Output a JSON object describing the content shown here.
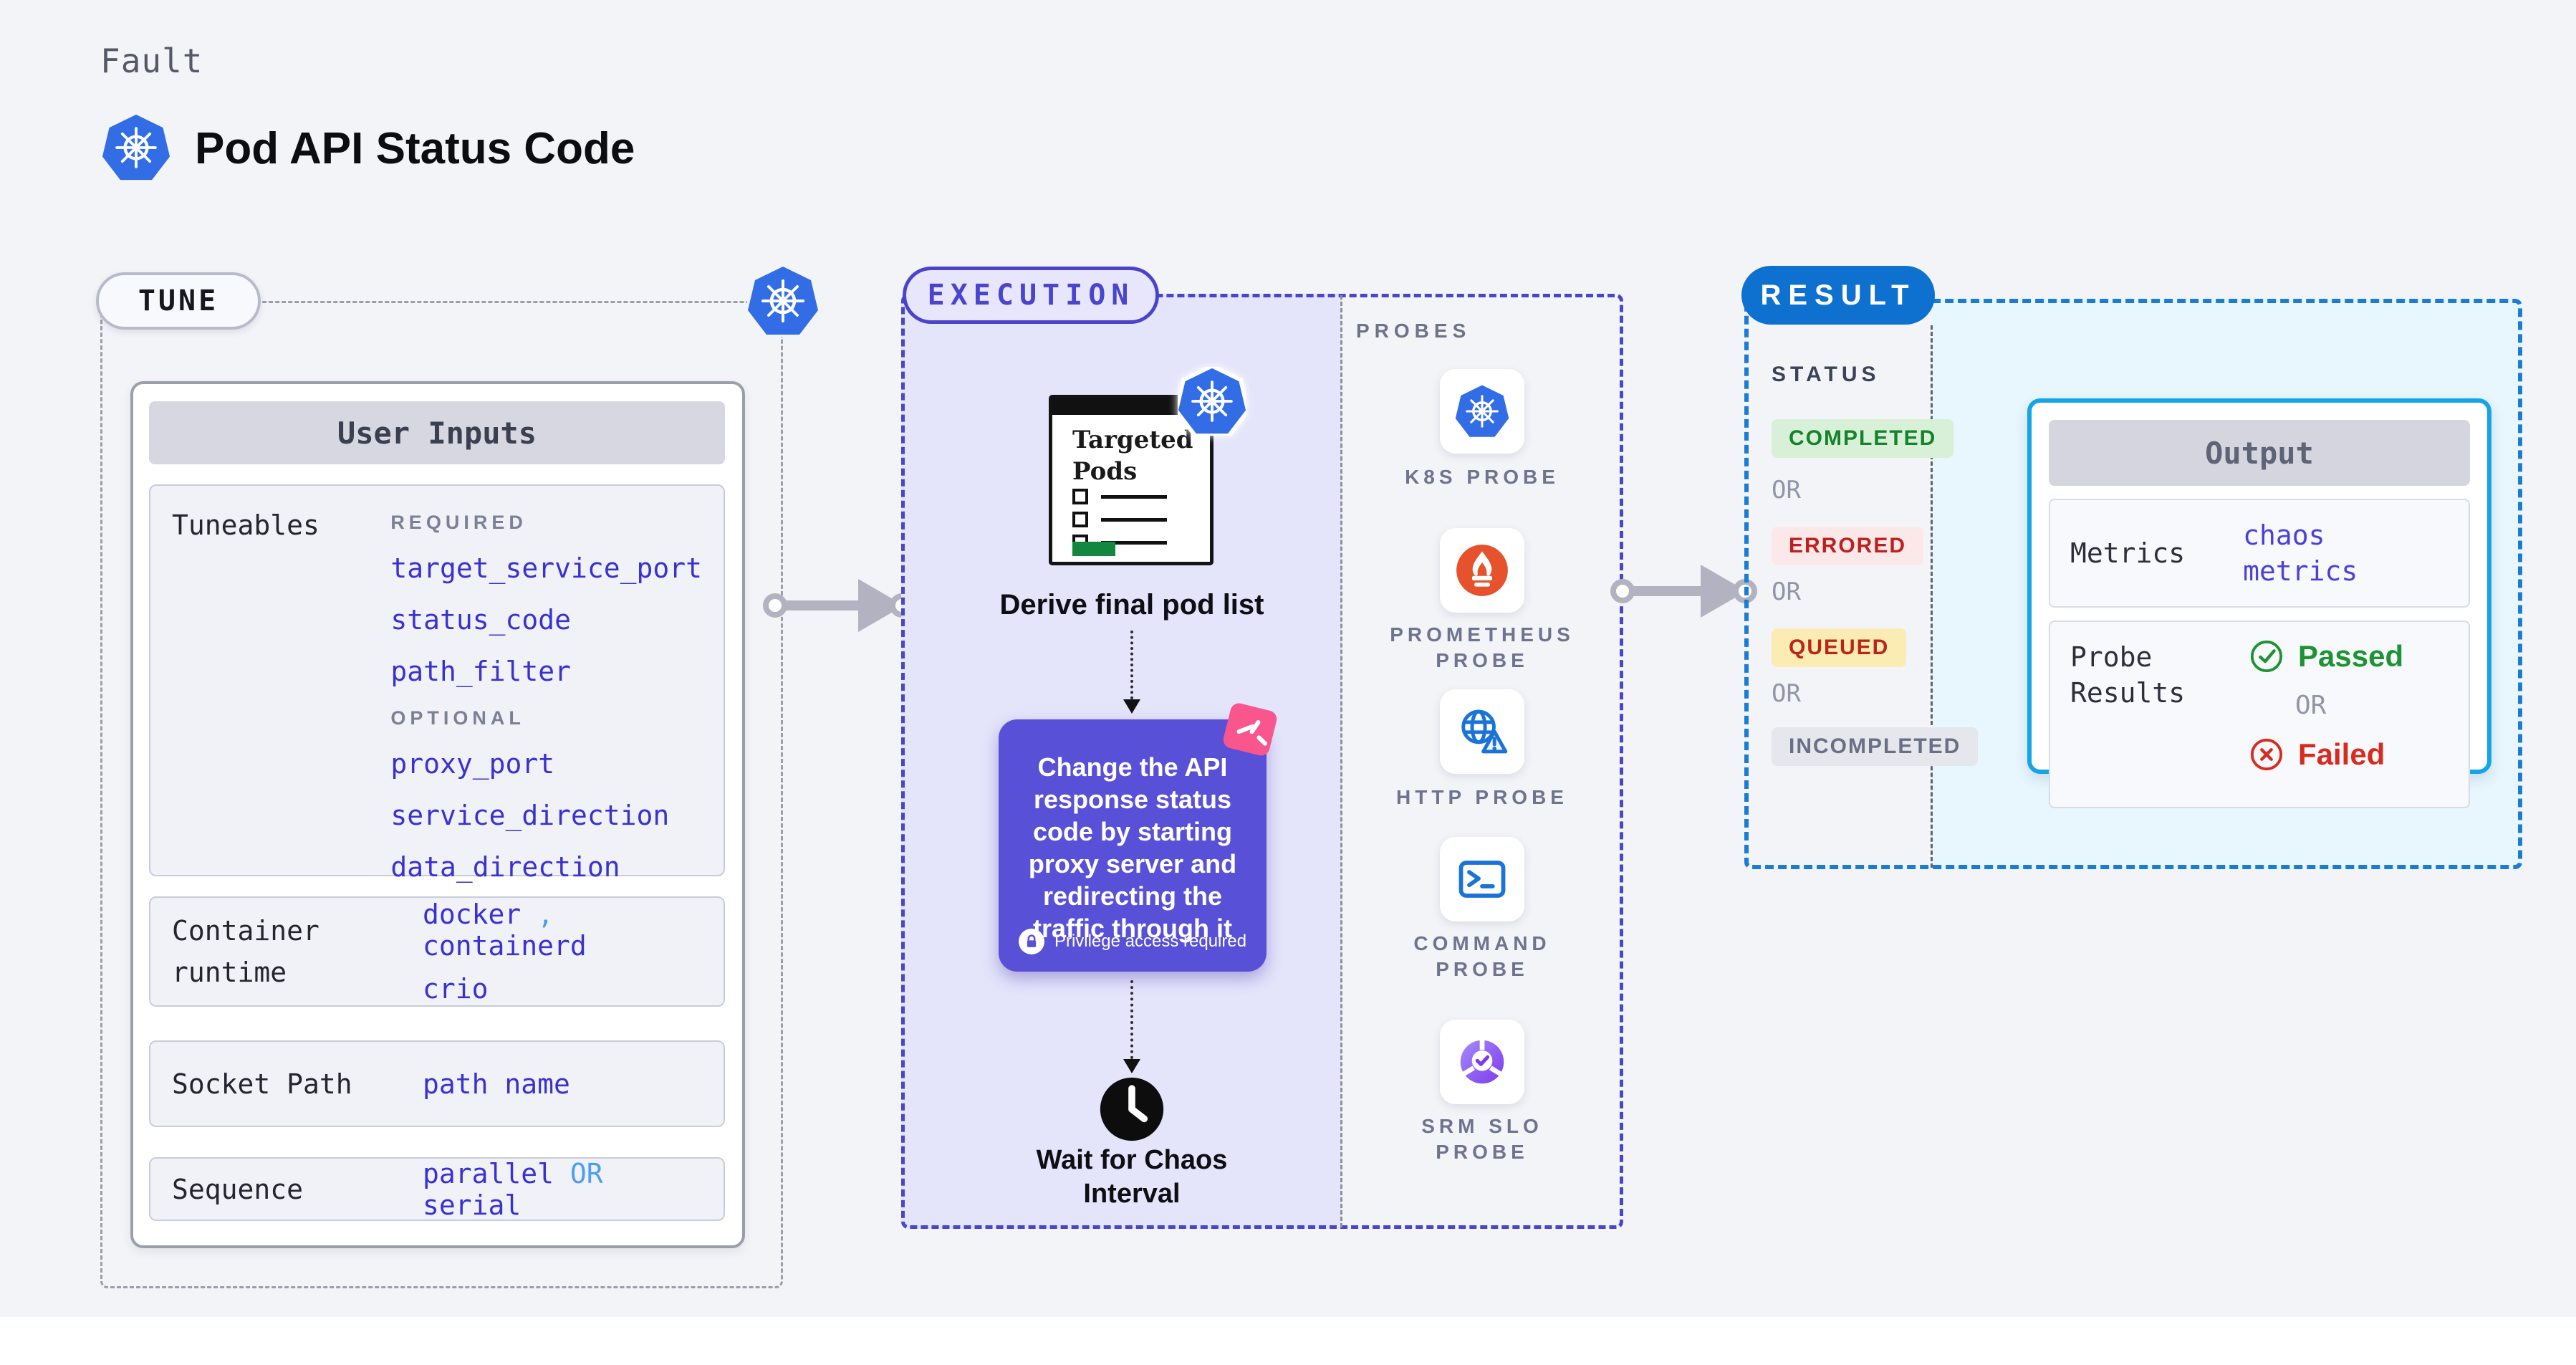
{
  "header": {
    "kicker": "Fault",
    "title": "Pod API Status Code",
    "icon": "kubernetes-icon"
  },
  "tune": {
    "label": "TUNE",
    "card_title": "User Inputs",
    "tuneables_label": "Tuneables",
    "required_label": "REQUIRED",
    "required": [
      "target_service_port",
      "status_code",
      "path_filter"
    ],
    "optional_label": "OPTIONAL",
    "optional": [
      "proxy_port",
      "service_direction",
      "data_direction"
    ],
    "container_runtime": {
      "label": "Container runtime",
      "value_a": "docker",
      "separator": ",",
      "value_b": "containerd",
      "value_c": "crio"
    },
    "socket": {
      "label": "Socket Path",
      "value": "path name"
    },
    "sequence": {
      "label": "Sequence",
      "value_a": "parallel",
      "or": "OR",
      "value_b": "serial"
    }
  },
  "execution": {
    "label": "EXECUTION",
    "pods_card_title": "Targeted Pods",
    "derive_text": "Derive final pod list",
    "action_text": "Change the API response status code by starting proxy server and redirecting the traffic through it",
    "privilege_text": "Privilege access required",
    "wait_text": "Wait for Chaos Interval"
  },
  "probes": {
    "label": "PROBES",
    "items": [
      {
        "name": "K8S PROBE",
        "icon": "kubernetes-icon"
      },
      {
        "name": "PROMETHEUS PROBE",
        "icon": "prometheus-icon"
      },
      {
        "name": "HTTP PROBE",
        "icon": "http-globe-warning-icon"
      },
      {
        "name": "COMMAND PROBE",
        "icon": "terminal-icon"
      },
      {
        "name": "SRM SLO PROBE",
        "icon": "slo-donut-check-icon"
      }
    ]
  },
  "result": {
    "label": "RESULT",
    "status_label": "STATUS",
    "or_label": "OR",
    "statuses": [
      {
        "text": "COMPLETED",
        "bg": "#d8f0d8",
        "color": "#15832b"
      },
      {
        "text": "ERRORED",
        "bg": "#fbe9e9",
        "color": "#c01f1f"
      },
      {
        "text": "QUEUED",
        "bg": "#fbecb3",
        "color": "#bd2418"
      },
      {
        "text": "INCOMPLETED",
        "bg": "#e6e7ed",
        "color": "#696f85"
      }
    ],
    "output": {
      "title": "Output",
      "metrics_label": "Metrics",
      "metrics_value": "chaos metrics",
      "probe_results_label": "Probe Results",
      "passed": "Passed",
      "or": "OR",
      "failed": "Failed"
    }
  },
  "colors": {
    "kubernetes_blue": "#326de6",
    "execution_indigo": "#4a44cc",
    "execution_fill": "#e4e4fb",
    "action_purple": "#5950d8",
    "pink_badge": "#f8568c",
    "result_blue": "#0e71d0",
    "output_cyan": "#15a5e5",
    "result_fill": "#e8f6fd",
    "value_indigo": "#3a31d2",
    "link_blue": "#4d9df3",
    "passed_green": "#1d9334",
    "failed_red": "#d92a1e",
    "prometheus_orange": "#e6522c",
    "pods_green_bar": "#13863f"
  }
}
